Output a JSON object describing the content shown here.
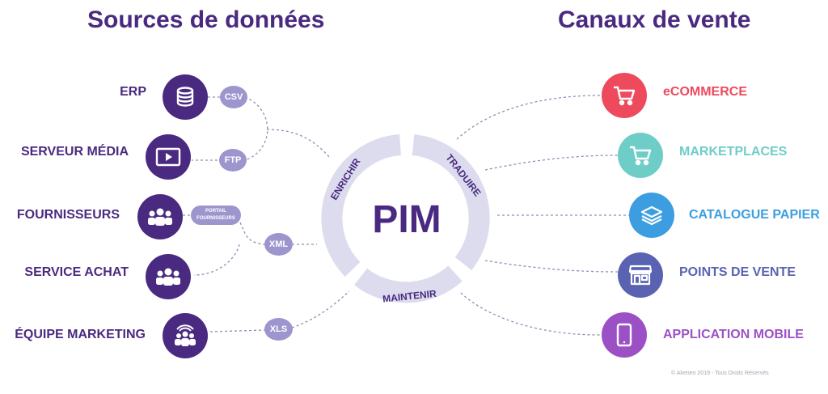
{
  "headings": {
    "sources": "Sources de données",
    "channels": "Canaux de vente"
  },
  "sources": [
    {
      "label": "ERP",
      "icon": "database-icon"
    },
    {
      "label": "SERVEUR MÉDIA",
      "icon": "video-play-icon"
    },
    {
      "label": "FOURNISSEURS",
      "icon": "group-icon"
    },
    {
      "label": "SERVICE ACHAT",
      "icon": "group-icon"
    },
    {
      "label": "ÉQUIPE MARKETING",
      "icon": "broadcast-group-icon"
    }
  ],
  "formats": {
    "csv": "CSV",
    "ftp": "FTP",
    "portal_line1": "PORTAIL",
    "portal_line2": "FOURNISSEURS",
    "xml": "XML",
    "xls": "XLS"
  },
  "pim": {
    "title": "PIM",
    "enrich": "ENRICHIR",
    "translate": "TRADUIRE",
    "maintain": "MAINTENIR"
  },
  "channels": [
    {
      "label": "eCOMMERCE",
      "icon": "shopping-cart-icon",
      "color": "#ee4a5e"
    },
    {
      "label": "MARKETPLACES",
      "icon": "shopping-cart-icon",
      "color": "#6fcdc8"
    },
    {
      "label": "CATALOGUE PAPIER",
      "icon": "layers-icon",
      "color": "#3c9ee0"
    },
    {
      "label": "POINTS DE VENTE",
      "icon": "storefront-icon",
      "color": "#5963b2"
    },
    {
      "label": "APPLICATION MOBILE",
      "icon": "smartphone-icon",
      "color": "#9b51c5"
    }
  ],
  "colors": {
    "primary_purple": "#4a2a80",
    "ring": "#dcdcee",
    "pill": "#9d96ce",
    "connector": "#8f8fb5"
  },
  "copyright": "© Akeneo 2019 - Tous Droits Réservés"
}
